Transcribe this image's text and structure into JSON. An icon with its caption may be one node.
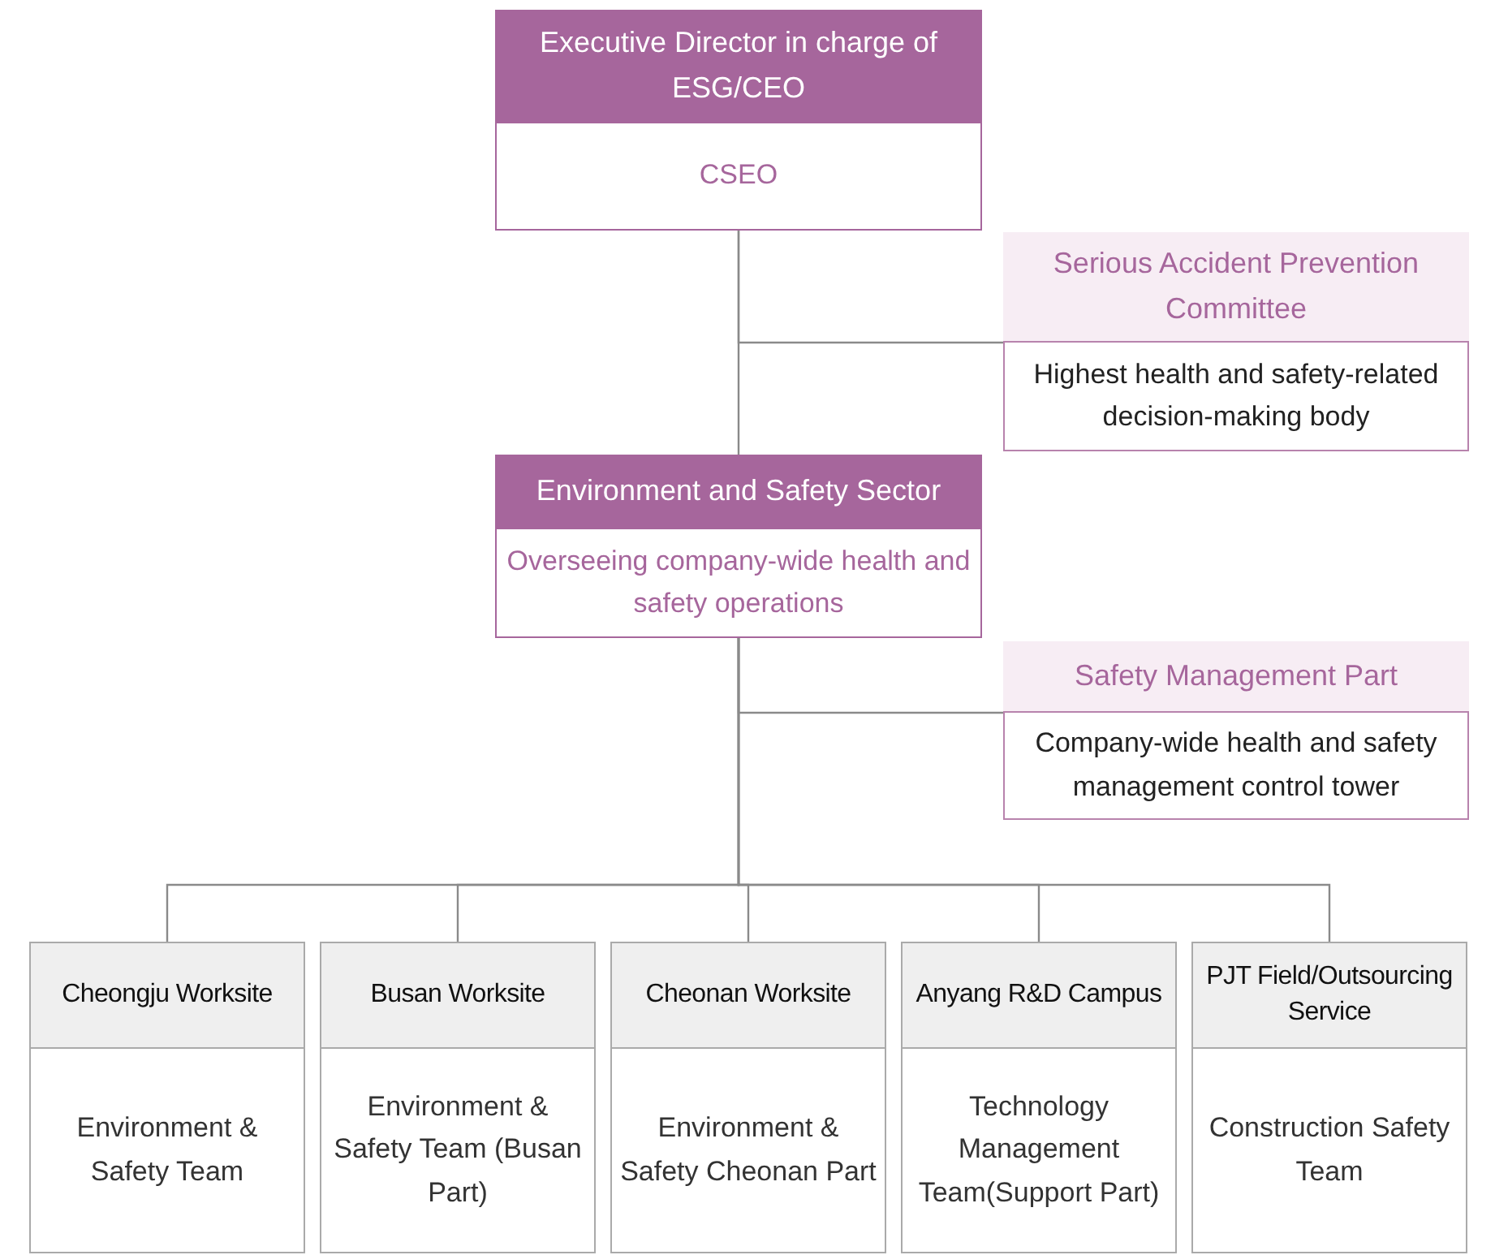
{
  "diagram": {
    "nodes": [
      {
        "text": [
          "Executive Director in charge of ESG/CEO",
          "CSEO"
        ]
      },
      {
        "text": [
          "Serious Accident Prevention Committee",
          "Highest health and safety-related decision-making body"
        ]
      },
      {
        "text": [
          "Environment and Safety Sector",
          "Overseeing company-wide health and safety operations"
        ]
      },
      {
        "text": [
          "Safety Management Part",
          "Company-wide health and safety management control tower"
        ]
      },
      {
        "text": [
          "Cheongju Worksite",
          "Environment & Safety Team"
        ]
      },
      {
        "text": [
          "Busan Worksite",
          "Environment & Safety Team (Busan Part)"
        ]
      },
      {
        "text": [
          "Cheonan Worksite",
          "Environment & Safety Cheonan Part"
        ]
      },
      {
        "text": [
          "Anyang R&D Campus",
          "Technology Management Team(Support Part)"
        ]
      },
      {
        "text": [
          "PJT Field/Outsourcing Service",
          "Construction Safety Team"
        ]
      }
    ],
    "edges": [
      {
        "from": 0,
        "to": 1,
        "arrow": "none"
      },
      {
        "from": 0,
        "to": 2,
        "arrow": "none"
      },
      {
        "from": 2,
        "to": 3,
        "arrow": "none"
      },
      {
        "from": 2,
        "to": 4,
        "arrow": "none"
      },
      {
        "from": 2,
        "to": 5,
        "arrow": "none"
      },
      {
        "from": 2,
        "to": 6,
        "arrow": "none"
      },
      {
        "from": 2,
        "to": 7,
        "arrow": "none"
      },
      {
        "from": 2,
        "to": 8,
        "arrow": "none"
      }
    ]
  }
}
